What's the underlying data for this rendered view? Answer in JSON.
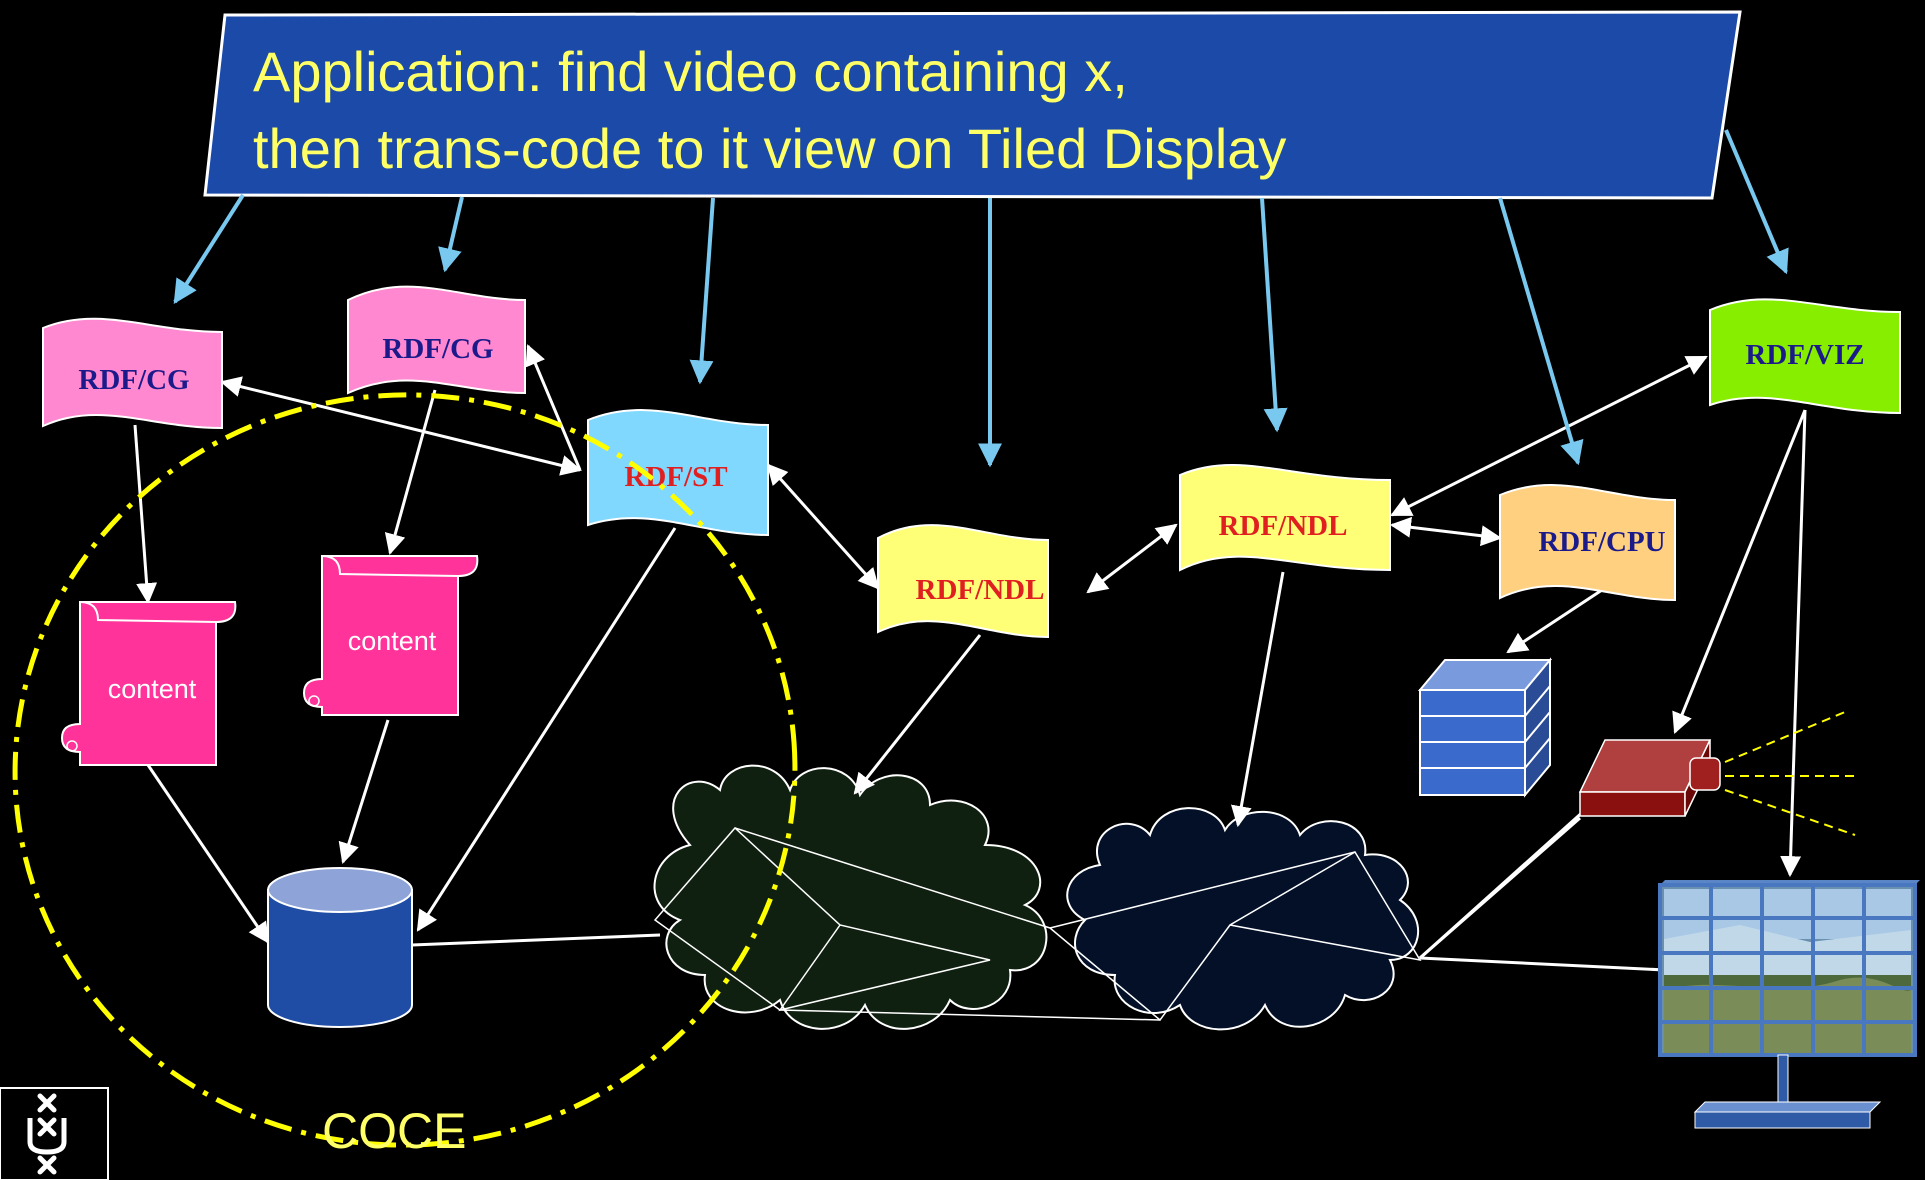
{
  "banner": {
    "line1": "Application: find video containing x,",
    "line2": "then trans-code to it view on Tiled Display"
  },
  "flags": {
    "cg_left": "RDF/CG",
    "cg_mid": "RDF/CG",
    "st": "RDF/ST",
    "ndl_left": "RDF/NDL",
    "ndl_right": "RDF/NDL",
    "cpu": "RDF/CPU",
    "viz": "RDF/VIZ"
  },
  "content": {
    "left": "content",
    "mid": "content"
  },
  "coce_label": "COCE",
  "colors": {
    "banner": "#1b4aa8",
    "banner_text": "#ffff66",
    "arrow_blue": "#78c8f0",
    "cg_flag": "#ff88d0",
    "st_flag": "#80d8ff",
    "ndl_flag": "#ffff77",
    "cpu_flag": "#ffd080",
    "viz_flag": "#88ee00",
    "content": "#ff3399",
    "coce": "#ffff00",
    "database": "#1f4da6",
    "projector": "#a02020"
  }
}
